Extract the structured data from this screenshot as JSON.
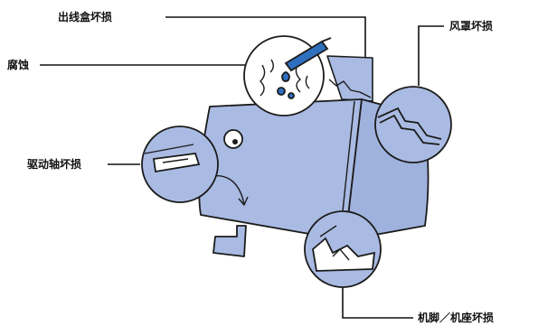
{
  "labels": {
    "junction_box": "出线盒坏损",
    "corrosion": "腐蚀",
    "fan_cover": "风罩坏损",
    "drive_shaft": "驱动轴坏损",
    "feet_base": "机脚／机座坏损"
  },
  "colors": {
    "motor_body": "#a9bbe3",
    "motor_side": "#9fb2de",
    "outline": "#1b1b1b",
    "corrosion_blue": "#2f6fbf",
    "detail_fill": "#ffffff"
  }
}
